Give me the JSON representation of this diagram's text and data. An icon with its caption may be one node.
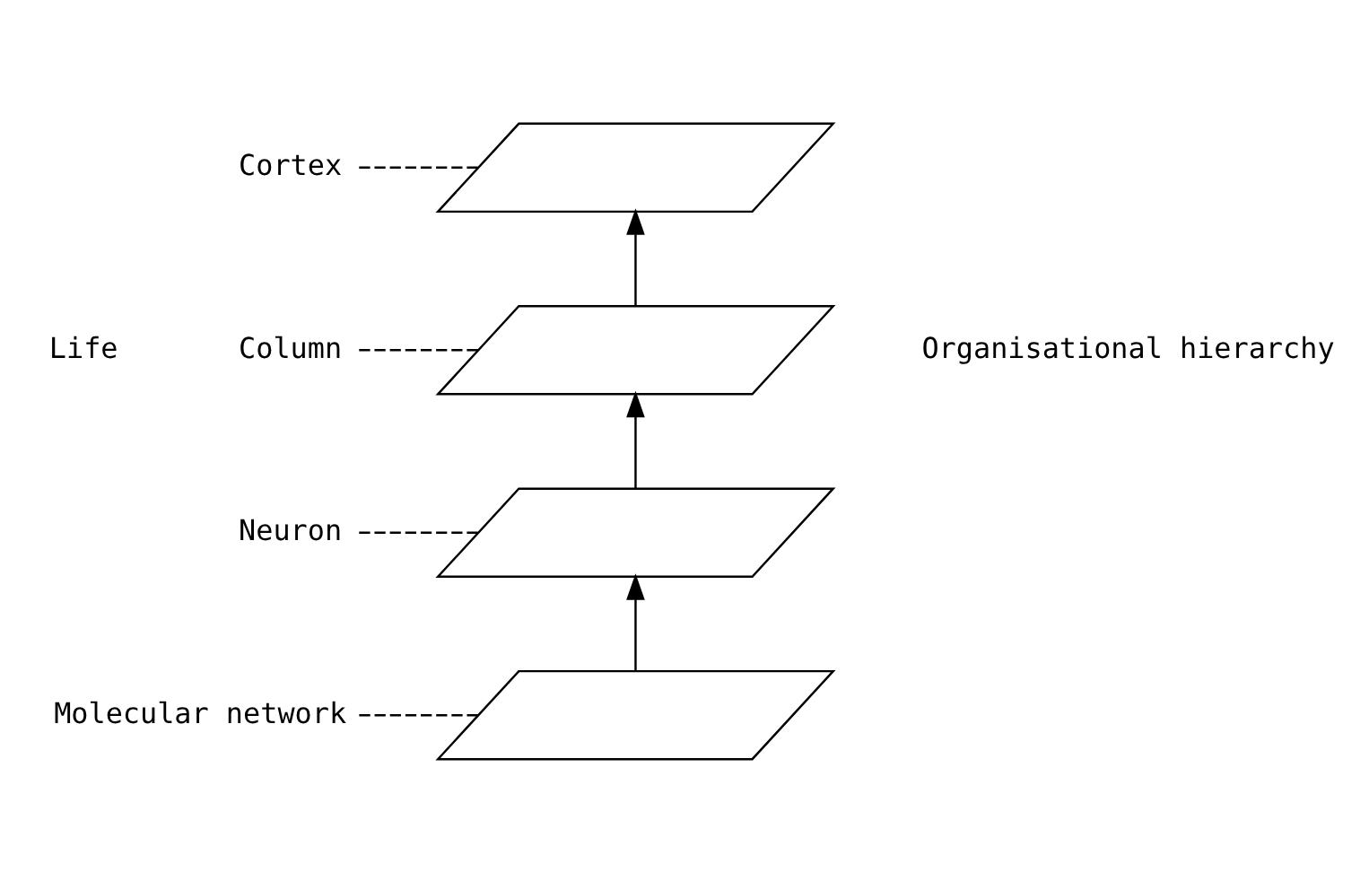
{
  "diagram": {
    "nodes": [
      {
        "text": [
          "Cortex"
        ]
      },
      {
        "text": [],
        "shape": "parallelogram"
      },
      {
        "text": [
          "Column"
        ]
      },
      {
        "text": [],
        "shape": "parallelogram"
      },
      {
        "text": [
          "Neuron"
        ]
      },
      {
        "text": [],
        "shape": "parallelogram"
      },
      {
        "text": [
          "Molecular network"
        ]
      },
      {
        "text": [],
        "shape": "parallelogram"
      }
    ],
    "edges": [
      {
        "from": 0,
        "to": 1,
        "arrow": "none",
        "style": "dashed"
      },
      {
        "from": 2,
        "to": 3,
        "arrow": "none",
        "style": "dashed"
      },
      {
        "from": 4,
        "to": 5,
        "arrow": "none",
        "style": "dashed"
      },
      {
        "from": 6,
        "to": 7,
        "arrow": "none",
        "style": "dashed"
      },
      {
        "from": 7,
        "to": 5,
        "arrow": "to"
      },
      {
        "from": 5,
        "to": 3,
        "arrow": "to"
      },
      {
        "from": 3,
        "to": 1,
        "arrow": "to"
      }
    ],
    "labels": [
      "Life",
      "Organisational hierarchy"
    ]
  }
}
